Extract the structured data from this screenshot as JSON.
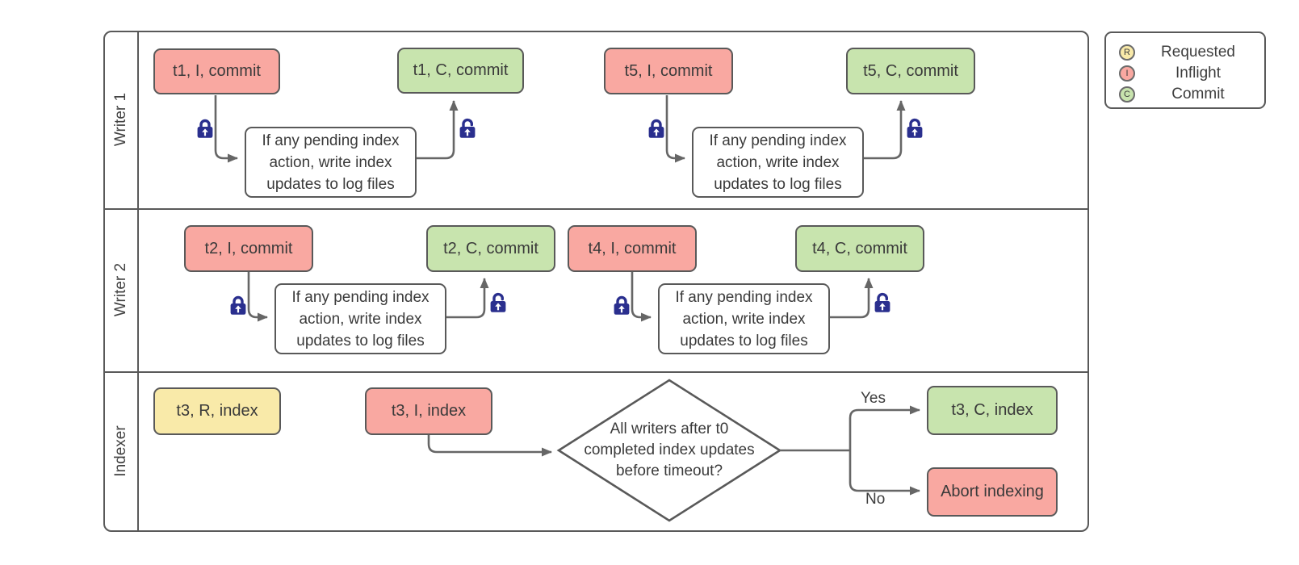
{
  "lanes": [
    {
      "label": "Writer 1"
    },
    {
      "label": "Writer 2"
    },
    {
      "label": "Indexer"
    }
  ],
  "legend": {
    "items": [
      {
        "letter": "R",
        "label": "Requested",
        "color": "#F9EAA9"
      },
      {
        "letter": "I",
        "label": "Inflight",
        "color": "#F9A8A1"
      },
      {
        "letter": "C",
        "label": "Commit",
        "color": "#C8E4AE"
      }
    ]
  },
  "nodes": {
    "t1_inflight": "t1, I, commit",
    "t1_commit": "t1, C, commit",
    "t5_inflight": "t5, I, commit",
    "t5_commit": "t5, C, commit",
    "t2_inflight": "t2, I, commit",
    "t2_commit": "t2, C, commit",
    "t4_inflight": "t4, I, commit",
    "t4_commit": "t4, C, commit",
    "t3_requested": "t3, R, index",
    "t3_inflight": "t3, I, index",
    "t3_commit": "t3, C, index",
    "abort": "Abort indexing"
  },
  "pending_note_lines": [
    "If any pending index",
    "action, write index",
    "updates to log files"
  ],
  "decision_lines": [
    "All writers after t0",
    "completed index updates",
    "before timeout?"
  ],
  "branch_labels": {
    "yes": "Yes",
    "no": "No"
  },
  "colors": {
    "requested_fill": "#F9EAA9",
    "inflight_fill": "#F9A8A1",
    "commit_fill": "#C8E4AE",
    "lock": "#2A2F8E",
    "line": "#666666",
    "border": "#595959"
  }
}
